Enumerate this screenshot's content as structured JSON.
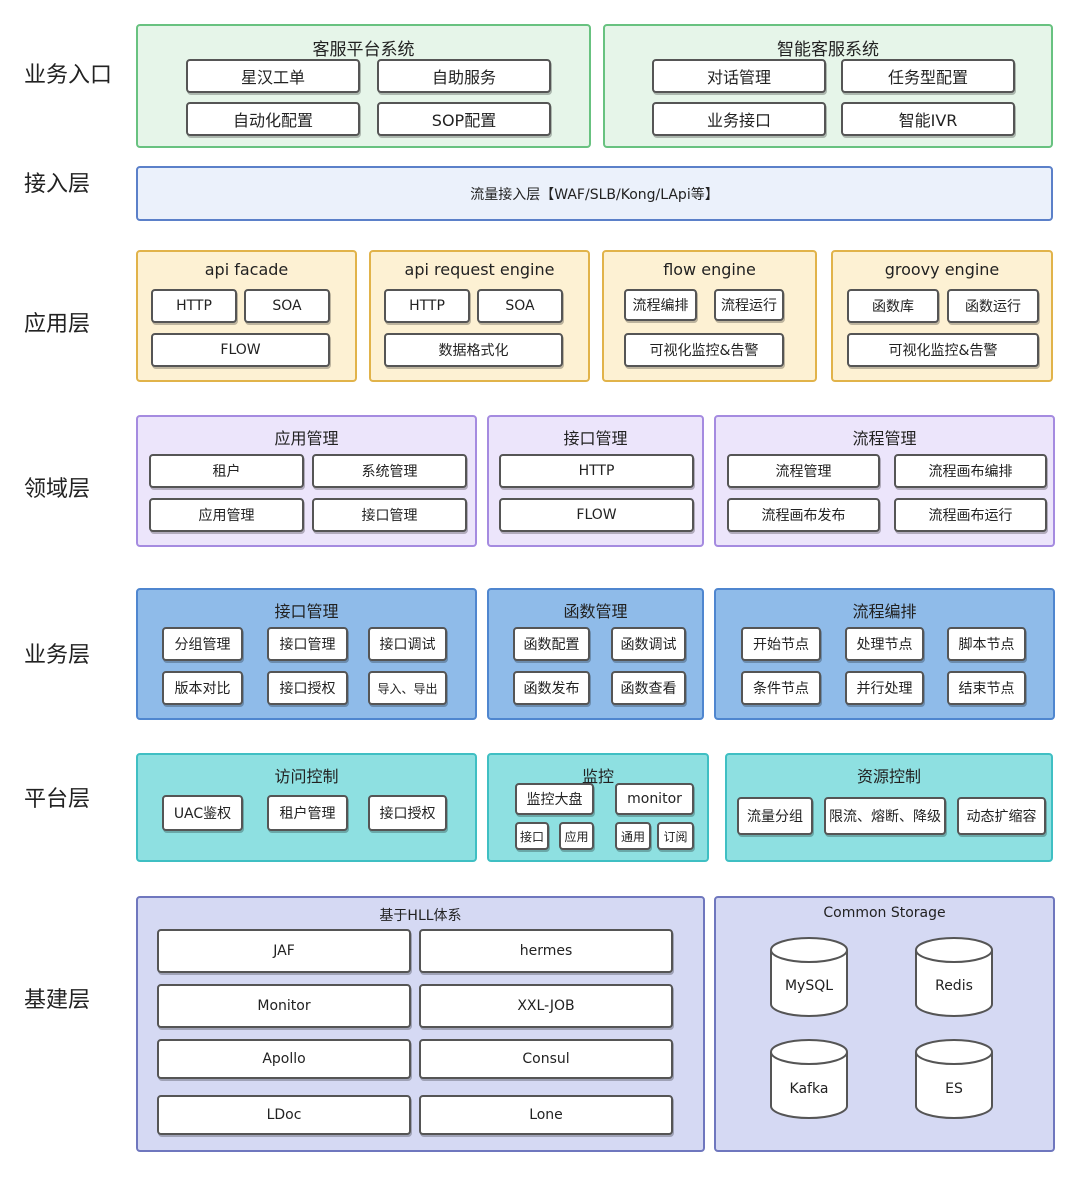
{
  "layers": [
    "业务入口",
    "接入层",
    "应用层",
    "领域层",
    "业务层",
    "平台层",
    "基建层"
  ],
  "entry": {
    "left": {
      "title": "客服平台系统",
      "items": [
        "星汉工单",
        "自助服务",
        "自动化配置",
        "SOP配置"
      ]
    },
    "right": {
      "title": "智能客服系统",
      "items": [
        "对话管理",
        "任务型配置",
        "业务接口",
        "智能IVR"
      ]
    }
  },
  "access": {
    "text": "流量接入层【WAF/SLB/Kong/LApi等】"
  },
  "app": [
    {
      "title": "api  facade",
      "items": [
        "HTTP",
        "SOA",
        "FLOW"
      ]
    },
    {
      "title": "api  request engine",
      "items": [
        "HTTP",
        "SOA",
        "数据格式化"
      ]
    },
    {
      "title": "flow engine",
      "items": [
        "流程编排",
        "流程运行",
        "可视化监控&告警"
      ]
    },
    {
      "title": "groovy engine",
      "items": [
        "函数库",
        "函数运行",
        "可视化监控&告警"
      ]
    }
  ],
  "domain": [
    {
      "title": "应用管理",
      "items": [
        "租户",
        "系统管理",
        "应用管理",
        "接口管理"
      ]
    },
    {
      "title": "接口管理",
      "items": [
        "HTTP",
        "FLOW"
      ]
    },
    {
      "title": "流程管理",
      "items": [
        "流程管理",
        "流程画布编排",
        "流程画布发布",
        "流程画布运行"
      ]
    }
  ],
  "business": [
    {
      "title": "接口管理",
      "items": [
        "分组管理",
        "接口管理",
        "接口调试",
        "版本对比",
        "接口授权",
        "导入、导出"
      ]
    },
    {
      "title": "函数管理",
      "items": [
        "函数配置",
        "函数调试",
        "函数发布",
        "函数查看"
      ]
    },
    {
      "title": "流程编排",
      "items": [
        "开始节点",
        "处理节点",
        "脚本节点",
        "条件节点",
        "并行处理",
        "结束节点"
      ]
    }
  ],
  "platform": [
    {
      "title": "访问控制",
      "items": [
        "UAC鉴权",
        "租户管理",
        "接口授权"
      ]
    },
    {
      "title": "监控",
      "items": [
        "监控大盘",
        "monitor",
        "接口",
        "应用",
        "通用",
        "订阅"
      ]
    },
    {
      "title": "资源控制",
      "items": [
        "流量分组",
        "限流、熔断、降级",
        "动态扩缩容"
      ]
    }
  ],
  "infra": {
    "left": {
      "title": "基于HLL体系",
      "items": [
        "JAF",
        "hermes",
        "Monitor",
        "XXL-JOB",
        "Apollo",
        "Consul",
        "LDoc",
        "Lone"
      ]
    },
    "right": {
      "title": "Common Storage",
      "items": [
        "MySQL",
        "Redis",
        "Kafka",
        "ES"
      ]
    }
  },
  "colors": {
    "entry": "#e6f5e9",
    "access": "#ebf1fb",
    "app": "#fdf1d3",
    "domain": "#ece5fb",
    "business": "#8fbbe9",
    "platform": "#8ee0e1",
    "infra": "#d5d9f3"
  }
}
